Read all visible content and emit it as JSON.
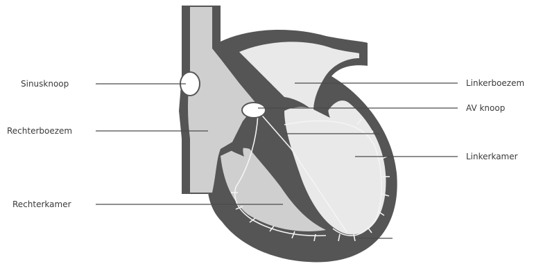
{
  "labels": {
    "sinusknoop": "Sinusknoop",
    "rechterboezem": "Rechterboezem",
    "rechterkamer": "Rechterkamer",
    "linkerboezem": "Linkerboezem",
    "av_knoop": "AV knoop",
    "linkerkamer": "Linkerkamer"
  },
  "colors": {
    "wall": "#555555",
    "right_side_blood": "#cfcfcf",
    "left_side_blood": "#e9e9e9",
    "nodes": "#ffffff"
  }
}
